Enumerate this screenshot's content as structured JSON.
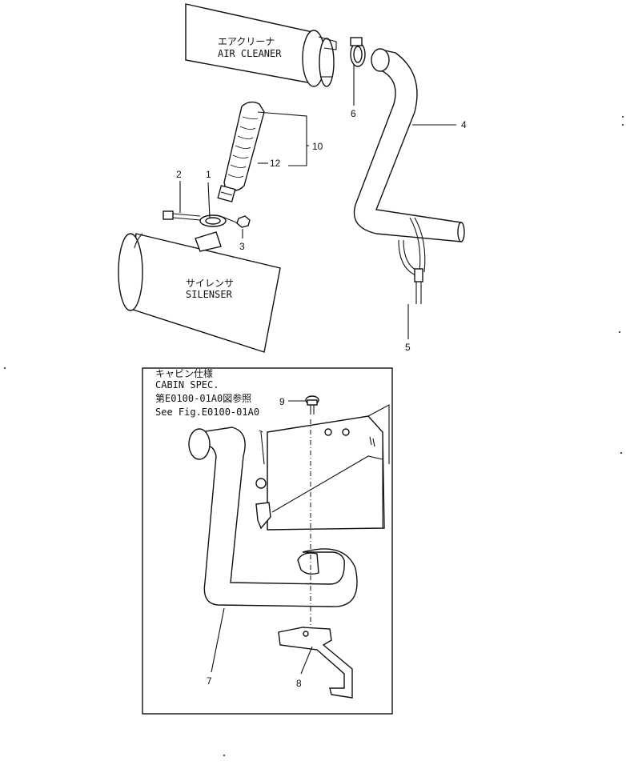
{
  "diagram": {
    "air_cleaner": {
      "label_jp": "エアクリーナ",
      "label_en": "AIR CLEANER"
    },
    "silencer": {
      "label_jp": "サイレンサ",
      "label_en": "SILENSER"
    },
    "cabin_box": {
      "line1": "キャビン仕様",
      "line2": "CABIN SPEC.",
      "line3": "第E0100-01A0図参照",
      "line4": "See Fig.E0100-01A0"
    },
    "callouts": {
      "c1": "1",
      "c2": "2",
      "c3": "3",
      "c4": "4",
      "c5": "5",
      "c6": "6",
      "c7": "7",
      "c8": "8",
      "c9": "9",
      "c10": "10",
      "c12": "12"
    }
  }
}
